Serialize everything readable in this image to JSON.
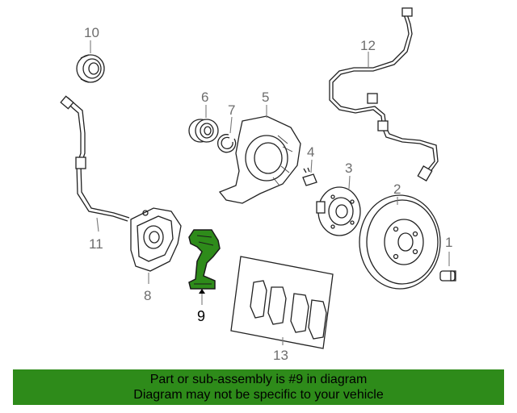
{
  "labels": {
    "p1": "1",
    "p2": "2",
    "p3": "3",
    "p4": "4",
    "p5": "5",
    "p6": "6",
    "p7": "7",
    "p8": "8",
    "p9": "9",
    "p10": "10",
    "p11": "11",
    "p12": "12",
    "p13": "13"
  },
  "highlight": {
    "part": "9",
    "color": "#2e8b1a"
  },
  "banner": {
    "line1": "Part or sub-assembly is #9 in diagram",
    "line2": "Diagram may not be specific to your vehicle",
    "color": "#2e8b1a"
  }
}
